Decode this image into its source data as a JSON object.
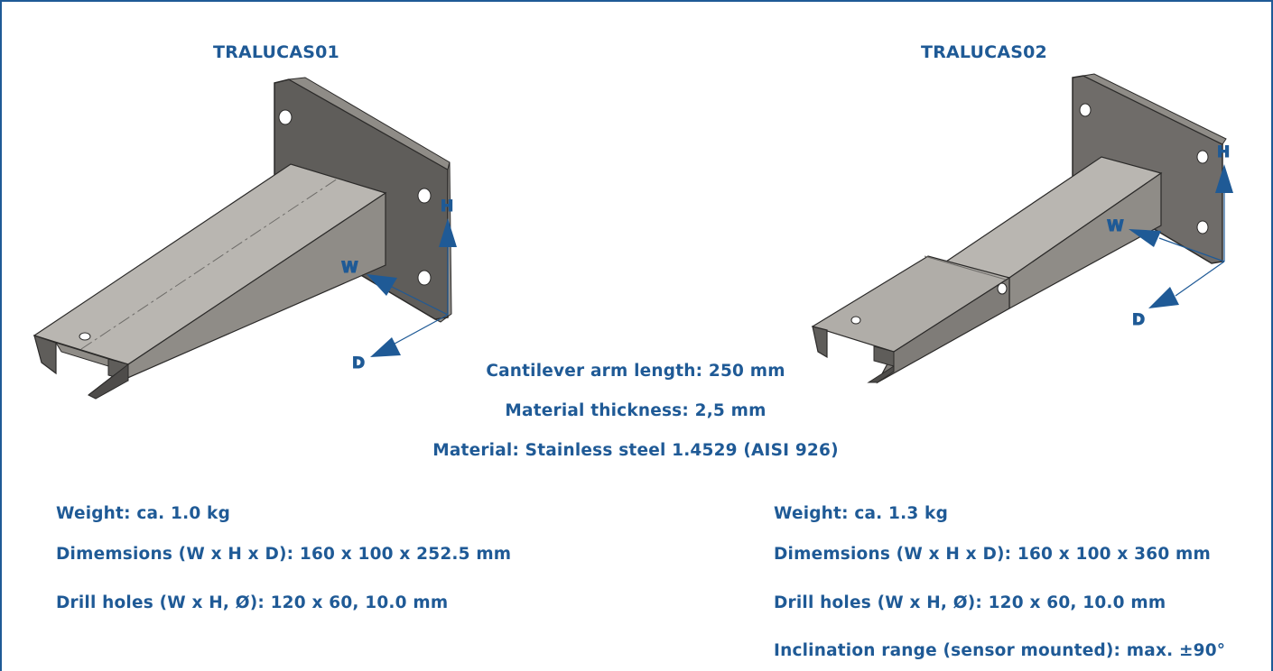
{
  "products": [
    {
      "name": "TRALUCAS01",
      "axes": {
        "h": "H",
        "w": "W",
        "d": "D"
      },
      "specs": [
        "Weight: ca. 1.0 kg",
        "Dimemsions (W x H x D): 160 x 100 x 252.5 mm",
        "Drill holes (W x H, Ø): 120 x 60, 10.0 mm"
      ]
    },
    {
      "name": "TRALUCAS02",
      "axes": {
        "h": "H",
        "w": "W",
        "d": "D"
      },
      "specs": [
        "Weight: ca. 1.3 kg",
        "Dimemsions (W x H x D): 160 x 100 x 360 mm",
        "Drill holes (W x H, Ø): 120 x 60, 10.0 mm",
        "Inclination range (sensor mounted): max. ±90°"
      ]
    }
  ],
  "common": [
    "Cantilever arm length: 250 mm",
    "Material thickness: 2,5 mm",
    "Material: Stainless steel 1.4529 (AISI 926)"
  ],
  "colors": {
    "text": "#1f5a96",
    "border": "#1f5a96",
    "steel_light": "#b9b6b1",
    "steel_mid": "#8f8c87",
    "steel_dark": "#5f5d5a",
    "edge": "#2b2a29"
  },
  "icons": [
    "arrow-up-icon",
    "arrow-left-icon",
    "arrow-down-left-icon"
  ]
}
